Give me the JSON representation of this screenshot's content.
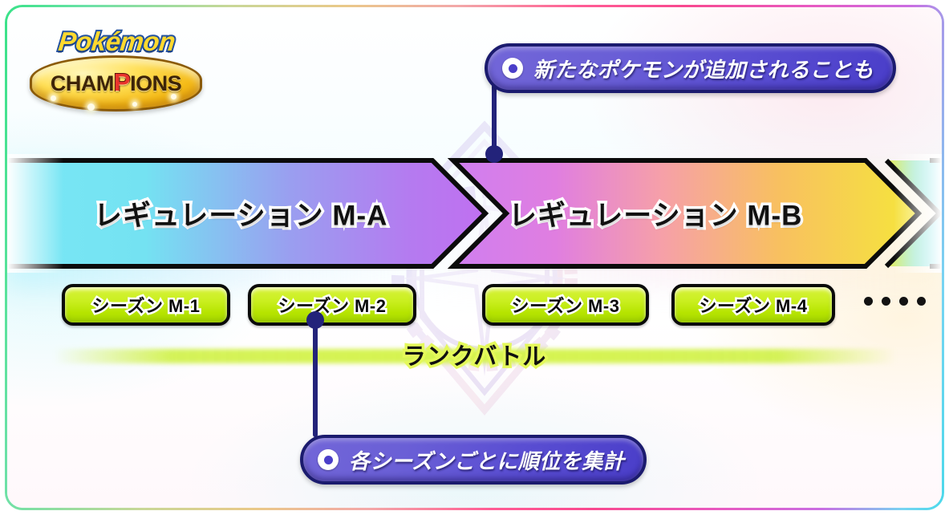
{
  "logo": {
    "top_word": "Pokémon",
    "bottom_word_pre": "CHAM",
    "bottom_word_p": "P",
    "bottom_word_post": "IONS",
    "alt": "Pokémon Champions"
  },
  "regulations": [
    {
      "label": "レギュレーション M-A"
    },
    {
      "label": "レギュレーション M-B"
    }
  ],
  "seasons": [
    {
      "label": "シーズン M-1"
    },
    {
      "label": "シーズン M-2"
    },
    {
      "label": "シーズン M-3"
    },
    {
      "label": "シーズン M-4"
    }
  ],
  "continuation": "・・・・",
  "rank_battle": {
    "label": "ランクバトル"
  },
  "callouts": [
    {
      "id": "top",
      "icon": "target-icon",
      "text": "新たなポケモンが追加されることも"
    },
    {
      "id": "bottom",
      "icon": "target-icon",
      "text": "各シーズンごとに順位を集計"
    }
  ],
  "colors": {
    "frame_start": "#3fe08a",
    "frame_mid": "#fa5e94",
    "frame_end": "#4fd8e8",
    "callout_fill": "#5a4ed2",
    "callout_border": "#1b1b6e",
    "connector": "#23237a",
    "season_fill": "#c9ef1f",
    "season_border": "#0a0a0a",
    "reg_a_start": "#7ae8f5",
    "reg_a_end": "#c070f0",
    "reg_b_start": "#cf7ef0",
    "reg_b_mid": "#f6a0a8",
    "reg_b_end": "#f5e63a",
    "rank_glow": "#cdf03c",
    "logo_gold": "#ffd92e",
    "logo_blue": "#2352a0"
  }
}
